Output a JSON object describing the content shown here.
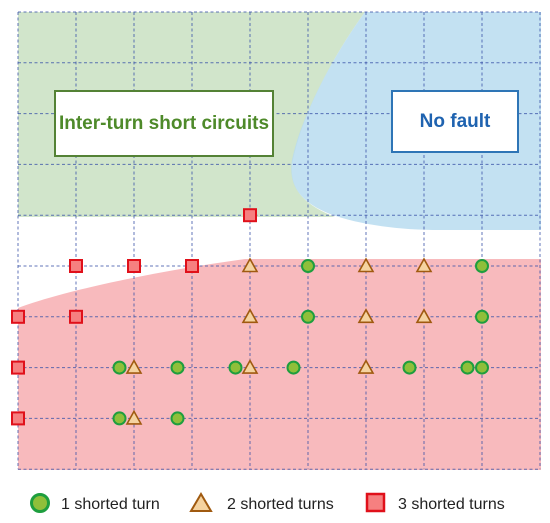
{
  "regions": {
    "inter_turn": {
      "label": "Inter-turn short circuits",
      "color": "#c9e0c2"
    },
    "no_fault": {
      "label": "No fault",
      "color": "#b8dcf0"
    },
    "fault_zone": {
      "color": "#f7b3b6"
    }
  },
  "colors": {
    "grid": "#3a52a8",
    "circle_fill": "#8fbf3a",
    "circle_stroke": "#1e9e3e",
    "triangle_fill": "#f5d3a0",
    "triangle_stroke": "#a05a10",
    "square_fill": "#f68080",
    "square_stroke": "#e0101a",
    "label_green": "#4e8a2a",
    "label_blue": "#1f63b0"
  },
  "grid": {
    "columns": 9,
    "rows": 9
  },
  "legend": [
    {
      "marker": "circle",
      "label": "1 shorted turn"
    },
    {
      "marker": "triangle",
      "label": "2 shorted turns"
    },
    {
      "marker": "square",
      "label": "3 shorted turns"
    }
  ],
  "points": {
    "circle": [
      [
        5,
        5
      ],
      [
        8,
        5
      ],
      [
        5,
        6
      ],
      [
        8,
        6
      ],
      [
        1.75,
        7
      ],
      [
        2.75,
        7
      ],
      [
        3.75,
        7
      ],
      [
        4.75,
        7
      ],
      [
        6.75,
        7
      ],
      [
        7.75,
        7
      ],
      [
        8,
        7
      ],
      [
        1.75,
        8
      ],
      [
        2.75,
        8
      ]
    ],
    "triangle": [
      [
        4,
        5
      ],
      [
        6,
        5
      ],
      [
        7,
        5
      ],
      [
        4,
        6
      ],
      [
        6,
        6
      ],
      [
        7,
        6
      ],
      [
        2,
        7
      ],
      [
        4,
        7
      ],
      [
        6,
        7
      ],
      [
        2,
        8
      ]
    ],
    "square": [
      [
        4,
        4
      ],
      [
        1,
        5
      ],
      [
        2,
        5
      ],
      [
        3,
        5
      ],
      [
        0,
        6
      ],
      [
        1,
        6
      ],
      [
        0,
        7
      ],
      [
        0,
        8
      ]
    ]
  }
}
